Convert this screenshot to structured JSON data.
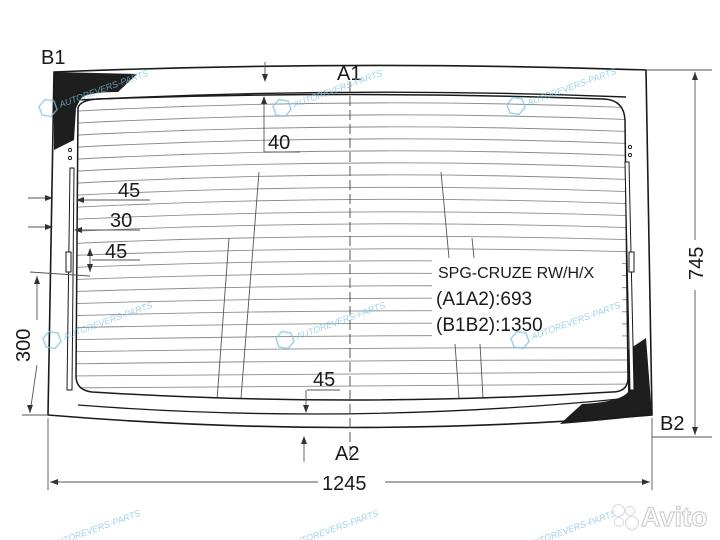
{
  "diagram": {
    "title": "SPG-CRUZE RW/H/X",
    "type": "rear windshield glass dimension drawing",
    "part_code": "SPG-CRUZE RW/H/X",
    "measurements": [
      {
        "label": "(A1A2):693",
        "key": "A1A2",
        "value": 693
      },
      {
        "label": "(B1B2):1350",
        "key": "B1B2",
        "value": 1350
      }
    ],
    "points": {
      "b1": "B1",
      "a1": "A1",
      "a2": "A2",
      "b2": "B2"
    },
    "dimensions": {
      "width": "1245",
      "height": "745",
      "left_height": "300",
      "top_offset": "40",
      "side_offset_1": "45",
      "side_offset_2": "30",
      "side_offset_3": "45",
      "bottom_offset": "45"
    },
    "line_color": "#1a1a1a",
    "black_band_color": "#1e1e1e",
    "heater_line_color": "#8a8a8a"
  },
  "watermarks": {
    "text": "AUTOREVERS-PARTS",
    "color": "#7fc4e0"
  },
  "branding": {
    "avito_label": "Avito"
  }
}
